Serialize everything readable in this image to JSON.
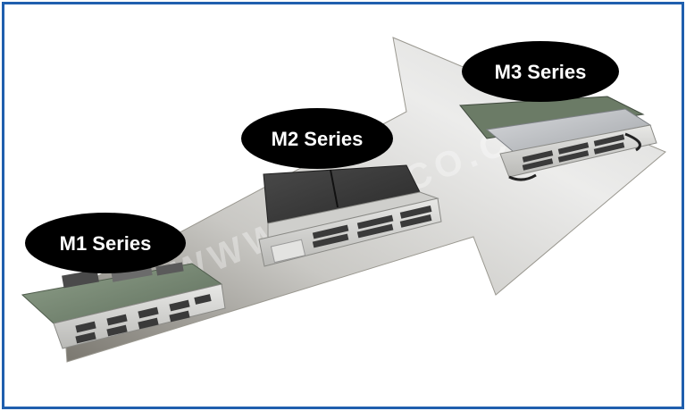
{
  "labels": {
    "m1": "M1 Series",
    "m2": "M2 Series",
    "m3": "M3 Series"
  },
  "watermark": "WWW.IPCISCO.COM",
  "icons": {
    "module": "line-card-icon",
    "arrow": "progress-arrow-icon"
  },
  "colors": {
    "frame_border": "#1f5fae",
    "label_fill": "#000000",
    "label_text": "#ffffff",
    "arrow_light": "#f4f4f4",
    "arrow_dark": "#6e6b63"
  }
}
